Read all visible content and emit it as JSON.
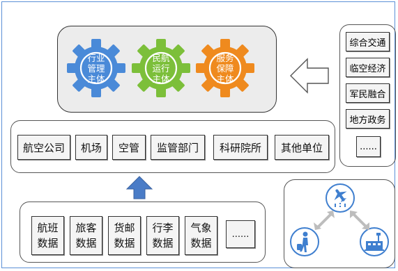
{
  "subjects": [
    {
      "lines": [
        "行业",
        "管理",
        "主体"
      ],
      "color": "#4a8ad8"
    },
    {
      "lines": [
        "民航",
        "运行",
        "主体"
      ],
      "color": "#7cbf3a"
    },
    {
      "lines": [
        "服务",
        "保障",
        "主体"
      ],
      "color": "#ef8a1e"
    }
  ],
  "units": [
    "航空公司",
    "机场",
    "空管",
    "监管部门",
    "科研院所",
    "其他单位"
  ],
  "data_sources": [
    {
      "l1": "航班",
      "l2": "数据"
    },
    {
      "l1": "旅客",
      "l2": "数据"
    },
    {
      "l1": "货邮",
      "l2": "数据"
    },
    {
      "l1": "行李",
      "l2": "数据"
    },
    {
      "l1": "气象",
      "l2": "数据"
    }
  ],
  "data_more": "......",
  "side_items": [
    "综合交通",
    "临空经济",
    "军民融合",
    "地方政务",
    "......"
  ],
  "icons": [
    "airplane-icon",
    "traveler-icon",
    "airport-terminal-icon"
  ],
  "colors": {
    "frame": "#5b8fd6",
    "up_arrow": "#4a7cc7",
    "icon_blue": "#3f7fcf"
  }
}
